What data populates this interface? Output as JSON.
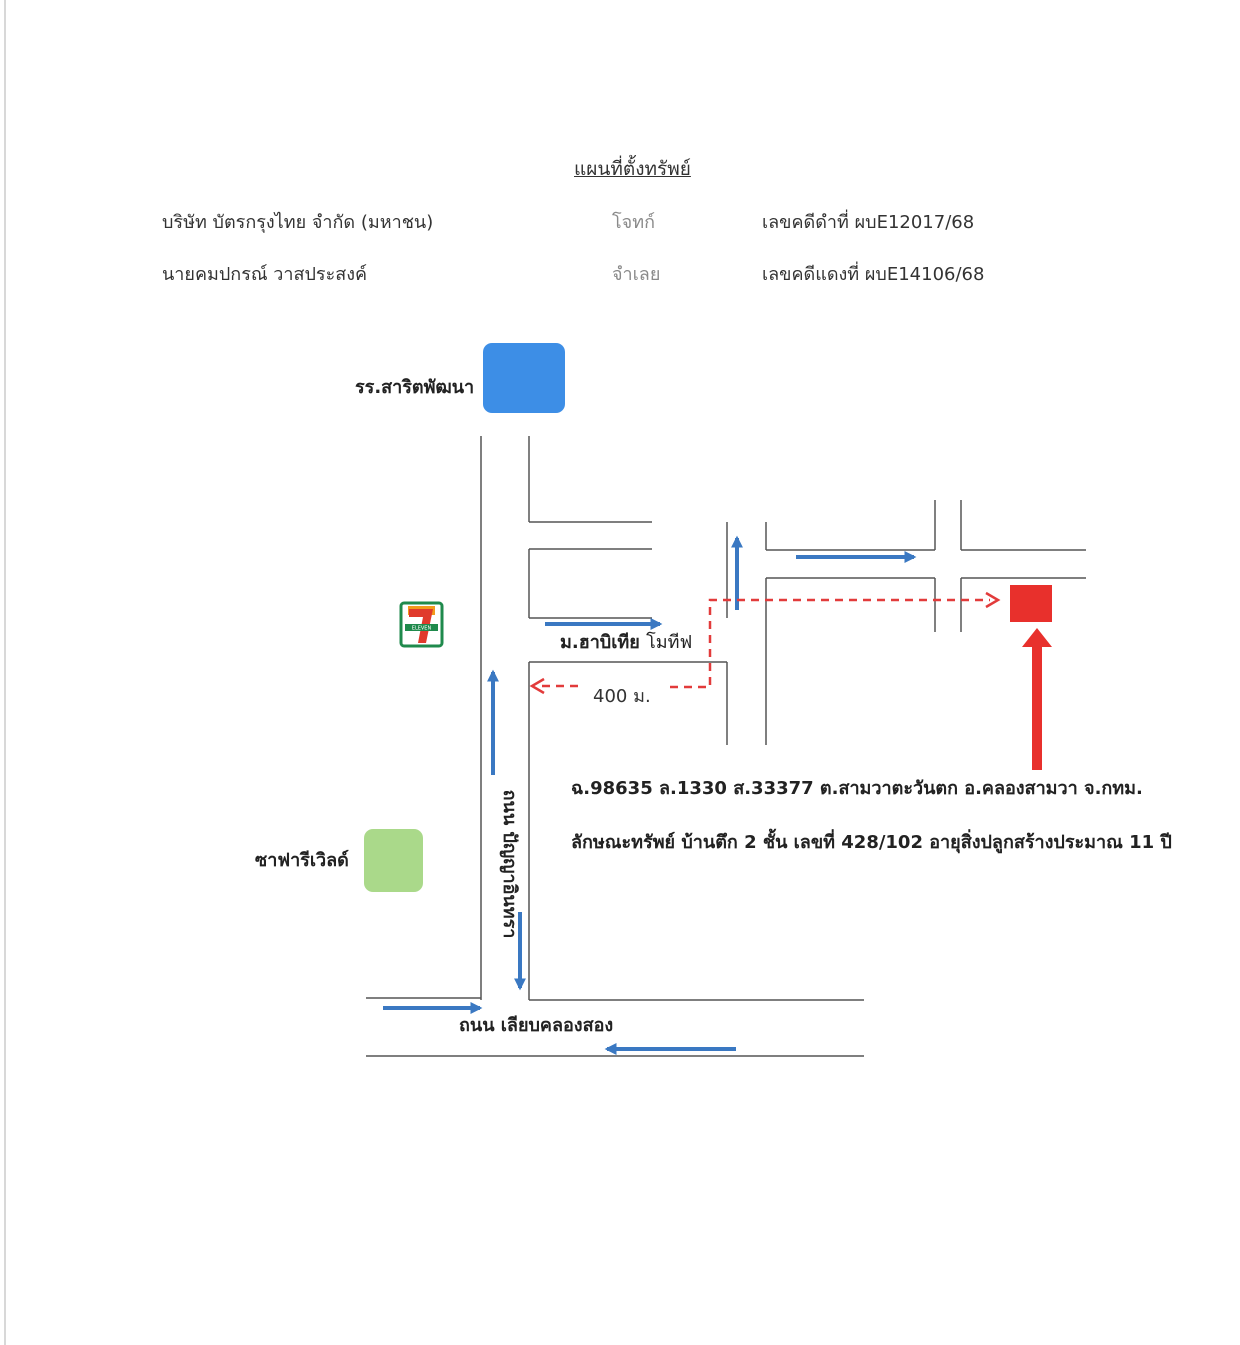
{
  "header": {
    "title": "แผนที่ตั้งทรัพย์",
    "plaintiff": {
      "name": "บริษัท บัตรกรุงไทย จำกัด (มหาชน)",
      "role": "โจทก์",
      "case_no": "เลขคดีดำที่ ผบE12017/68"
    },
    "defendant": {
      "name": "นายคมปกรณ์  วาสประสงค์",
      "role": "จำเลย",
      "case_no": "เลขคดีแดงที่ ผบE14106/68"
    }
  },
  "map": {
    "landmarks": {
      "school": "รร.สาริตพัฒนา",
      "seven_eleven_logo": "ELEVEN",
      "safari_world": "ซาฟารีเวิลด์",
      "village_name": "ม.ฮาบิเทีย",
      "village_suffix": "โมทีฟ"
    },
    "distance_label": "400 ม.",
    "roads": {
      "main_road": "ถนน เลียบคลองสอง",
      "side_road": "ถนน ปัญญาอินทรา"
    },
    "property": {
      "title_deed": "ฉ.98635 ล.1330 ส.33377  ต.สามวาตะวันตก  อ.คลองสามวา  จ.กทม.",
      "description": "ลักษณะทรัพย์ บ้านตึก 2 ชั้น เลขที่ 428/102  อายุสิ่งปลูกสร้างประมาณ  11 ปี"
    },
    "colors": {
      "road_line": "#555555",
      "direction_arrow": "#3a78c2",
      "route": "#e23b3b",
      "property_marker": "#e8302c",
      "school_marker": "#3d8ee6",
      "safari_marker": "#aad98a",
      "seven_eleven_green": "#1f8a4c",
      "seven_eleven_red": "#e03a2c",
      "seven_eleven_orange": "#f39a1c"
    }
  }
}
